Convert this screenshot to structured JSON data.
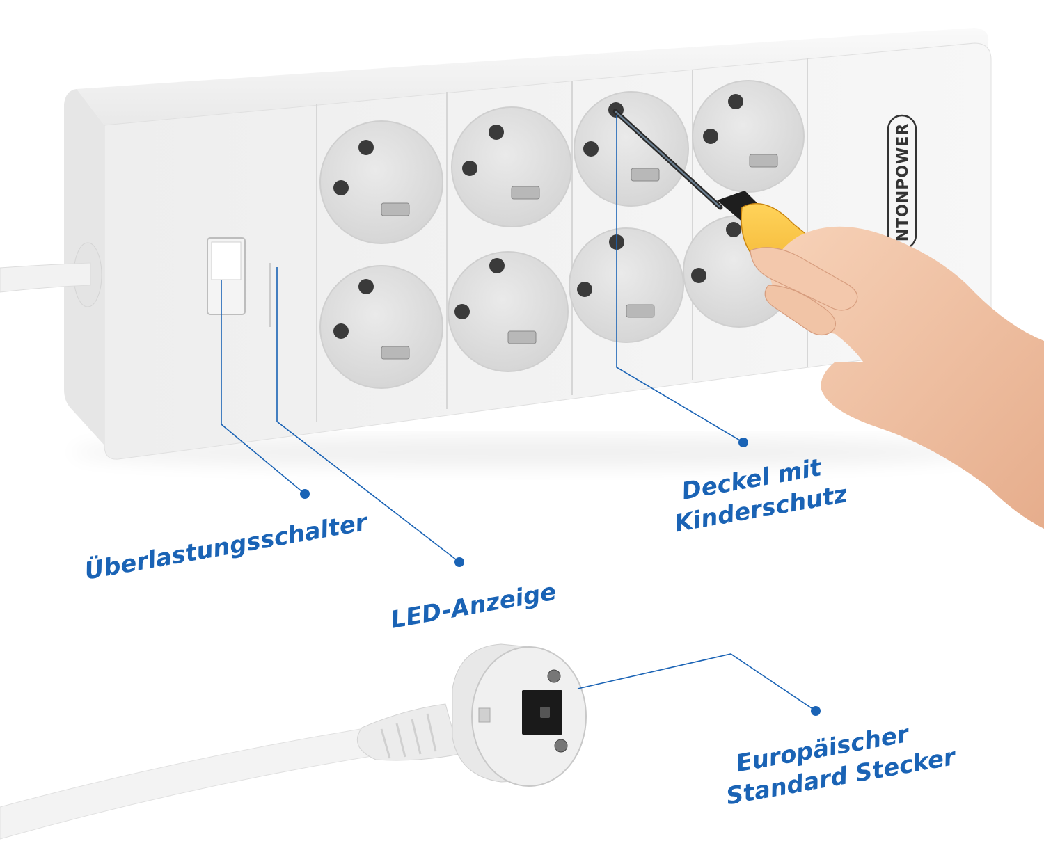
{
  "brand": {
    "logo_text": "NTONPOWER"
  },
  "labels": {
    "overload": "Überlastungsschalter",
    "led": "LED-Anzeige",
    "cover_line1": "Deckel mit",
    "cover_line2": "Kinderschutz",
    "plug_line1": "Europäischer",
    "plug_line2": "Standard Stecker"
  },
  "colors": {
    "accent": "#1a63b5",
    "strip_body": "#f2f2f2",
    "socket_gray": "#e4e4e4",
    "screwdriver_handle": "#f5b21a",
    "skin": "#f0c2a3"
  }
}
